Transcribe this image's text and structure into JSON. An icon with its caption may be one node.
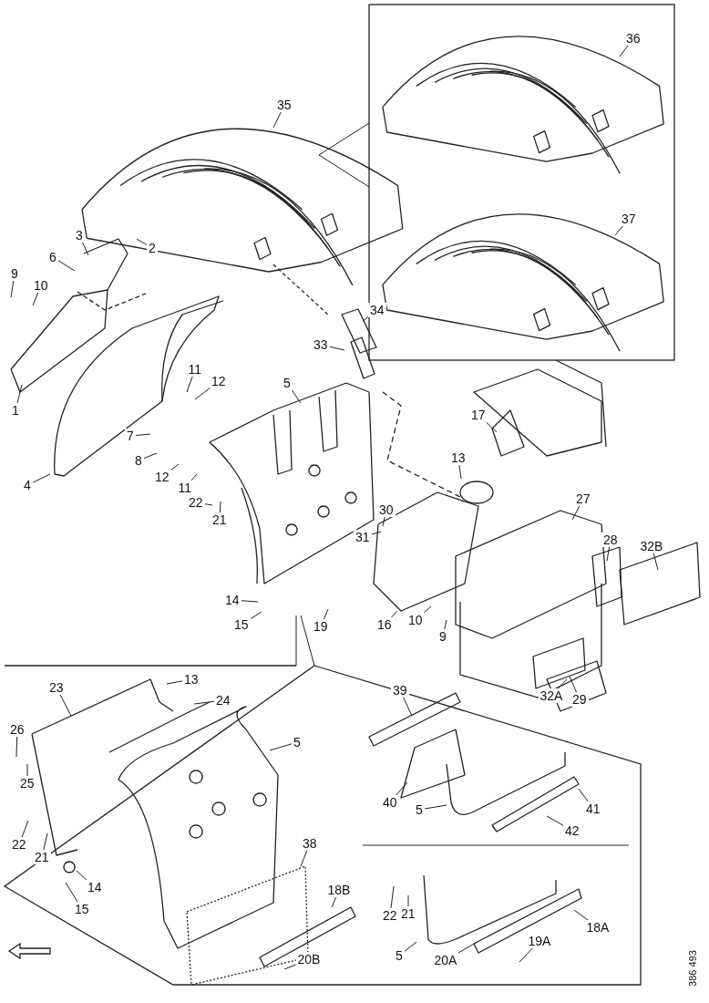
{
  "diagram": {
    "nodes": [
      {
        "text": [
          "35"
        ]
      },
      {
        "text": [
          "36"
        ]
      },
      {
        "text": [
          "37"
        ]
      },
      {
        "text": [
          "2"
        ]
      },
      {
        "text": [
          "3"
        ]
      },
      {
        "text": [
          "6"
        ]
      },
      {
        "text": [
          "9"
        ]
      },
      {
        "text": [
          "10"
        ]
      },
      {
        "text": [
          "1"
        ]
      },
      {
        "text": [
          "4"
        ]
      },
      {
        "text": [
          "11"
        ]
      },
      {
        "text": [
          "12"
        ]
      },
      {
        "text": [
          "7"
        ]
      },
      {
        "text": [
          "8"
        ]
      },
      {
        "text": [
          "5"
        ]
      },
      {
        "text": [
          "34"
        ]
      },
      {
        "text": [
          "33"
        ]
      },
      {
        "text": [
          "17"
        ]
      },
      {
        "text": [
          "13"
        ]
      },
      {
        "text": [
          "12"
        ]
      },
      {
        "text": [
          "11"
        ]
      },
      {
        "text": [
          "22"
        ]
      },
      {
        "text": [
          "21"
        ]
      },
      {
        "text": [
          "30"
        ]
      },
      {
        "text": [
          "31"
        ]
      },
      {
        "text": [
          "27"
        ]
      },
      {
        "text": [
          "28"
        ]
      },
      {
        "text": [
          "32B"
        ]
      },
      {
        "text": [
          "14"
        ]
      },
      {
        "text": [
          "15"
        ]
      },
      {
        "text": [
          "19"
        ]
      },
      {
        "text": [
          "16"
        ]
      },
      {
        "text": [
          "10"
        ]
      },
      {
        "text": [
          "9"
        ]
      },
      {
        "text": [
          "32A"
        ]
      },
      {
        "text": [
          "29"
        ]
      },
      {
        "text": [
          "23"
        ]
      },
      {
        "text": [
          "13"
        ]
      },
      {
        "text": [
          "24"
        ]
      },
      {
        "text": [
          "26"
        ]
      },
      {
        "text": [
          "25"
        ]
      },
      {
        "text": [
          "5"
        ]
      },
      {
        "text": [
          "22"
        ]
      },
      {
        "text": [
          "21"
        ]
      },
      {
        "text": [
          "14"
        ]
      },
      {
        "text": [
          "15"
        ]
      },
      {
        "text": [
          "38"
        ]
      },
      {
        "text": [
          "18B"
        ]
      },
      {
        "text": [
          "20B"
        ]
      },
      {
        "text": [
          "39"
        ]
      },
      {
        "text": [
          "40"
        ]
      },
      {
        "text": [
          "5"
        ]
      },
      {
        "text": [
          "41"
        ]
      },
      {
        "text": [
          "42"
        ]
      },
      {
        "text": [
          "22"
        ]
      },
      {
        "text": [
          "21"
        ]
      },
      {
        "text": [
          "18A"
        ]
      },
      {
        "text": [
          "5"
        ]
      },
      {
        "text": [
          "20A"
        ]
      },
      {
        "text": [
          "19A"
        ]
      }
    ],
    "edges": [
      {
        "from": 0,
        "to": null,
        "arrow": "none"
      },
      {
        "from": 1,
        "to": null,
        "arrow": "none"
      },
      {
        "from": 2,
        "to": null,
        "arrow": "none"
      },
      {
        "from": 3,
        "to": null,
        "arrow": "none"
      },
      {
        "from": 4,
        "to": null,
        "arrow": "none"
      },
      {
        "from": 5,
        "to": null,
        "arrow": "none"
      },
      {
        "from": 6,
        "to": null,
        "arrow": "none"
      },
      {
        "from": 7,
        "to": null,
        "arrow": "none"
      },
      {
        "from": 8,
        "to": null,
        "arrow": "none"
      },
      {
        "from": 9,
        "to": null,
        "arrow": "none"
      },
      {
        "from": 10,
        "to": null,
        "arrow": "none"
      },
      {
        "from": 11,
        "to": null,
        "arrow": "none"
      },
      {
        "from": 12,
        "to": null,
        "arrow": "none"
      },
      {
        "from": 13,
        "to": null,
        "arrow": "none"
      },
      {
        "from": 14,
        "to": null,
        "arrow": "none"
      },
      {
        "from": 15,
        "to": null,
        "arrow": "none"
      },
      {
        "from": 16,
        "to": null,
        "arrow": "none"
      },
      {
        "from": 17,
        "to": null,
        "arrow": "none"
      },
      {
        "from": 18,
        "to": null,
        "arrow": "none"
      },
      {
        "from": 19,
        "to": null,
        "arrow": "none"
      },
      {
        "from": 20,
        "to": null,
        "arrow": "none"
      },
      {
        "from": 21,
        "to": null,
        "arrow": "none"
      },
      {
        "from": 22,
        "to": null,
        "arrow": "none"
      },
      {
        "from": 23,
        "to": null,
        "arrow": "none"
      },
      {
        "from": 24,
        "to": null,
        "arrow": "none"
      },
      {
        "from": 25,
        "to": null,
        "arrow": "none"
      },
      {
        "from": 26,
        "to": null,
        "arrow": "none"
      },
      {
        "from": 27,
        "to": null,
        "arrow": "none"
      },
      {
        "from": 28,
        "to": null,
        "arrow": "none"
      },
      {
        "from": 29,
        "to": null,
        "arrow": "none"
      },
      {
        "from": 30,
        "to": null,
        "arrow": "none"
      },
      {
        "from": 31,
        "to": null,
        "arrow": "none"
      },
      {
        "from": 32,
        "to": null,
        "arrow": "none"
      },
      {
        "from": 33,
        "to": null,
        "arrow": "none"
      },
      {
        "from": 34,
        "to": null,
        "arrow": "none"
      },
      {
        "from": 35,
        "to": null,
        "arrow": "none"
      },
      {
        "from": 36,
        "to": null,
        "arrow": "none"
      },
      {
        "from": 37,
        "to": null,
        "arrow": "none"
      },
      {
        "from": 38,
        "to": null,
        "arrow": "none"
      },
      {
        "from": 39,
        "to": null,
        "arrow": "none"
      },
      {
        "from": 40,
        "to": null,
        "arrow": "none"
      },
      {
        "from": 41,
        "to": null,
        "arrow": "none"
      },
      {
        "from": 42,
        "to": null,
        "arrow": "none"
      },
      {
        "from": 43,
        "to": null,
        "arrow": "none"
      },
      {
        "from": 44,
        "to": null,
        "arrow": "none"
      },
      {
        "from": 45,
        "to": null,
        "arrow": "none"
      },
      {
        "from": 46,
        "to": null,
        "arrow": "none"
      },
      {
        "from": 47,
        "to": null,
        "arrow": "none"
      },
      {
        "from": 48,
        "to": null,
        "arrow": "none"
      },
      {
        "from": 49,
        "to": null,
        "arrow": "none"
      },
      {
        "from": 50,
        "to": null,
        "arrow": "none"
      },
      {
        "from": 51,
        "to": null,
        "arrow": "none"
      },
      {
        "from": 52,
        "to": null,
        "arrow": "none"
      },
      {
        "from": 53,
        "to": null,
        "arrow": "none"
      },
      {
        "from": 54,
        "to": null,
        "arrow": "none"
      },
      {
        "from": 55,
        "to": null,
        "arrow": "none"
      },
      {
        "from": 56,
        "to": null,
        "arrow": "none"
      },
      {
        "from": 57,
        "to": null,
        "arrow": "none"
      },
      {
        "from": 58,
        "to": null,
        "arrow": "none"
      },
      {
        "from": 59,
        "to": null,
        "arrow": "none"
      }
    ],
    "labels": [
      "386 493"
    ]
  }
}
